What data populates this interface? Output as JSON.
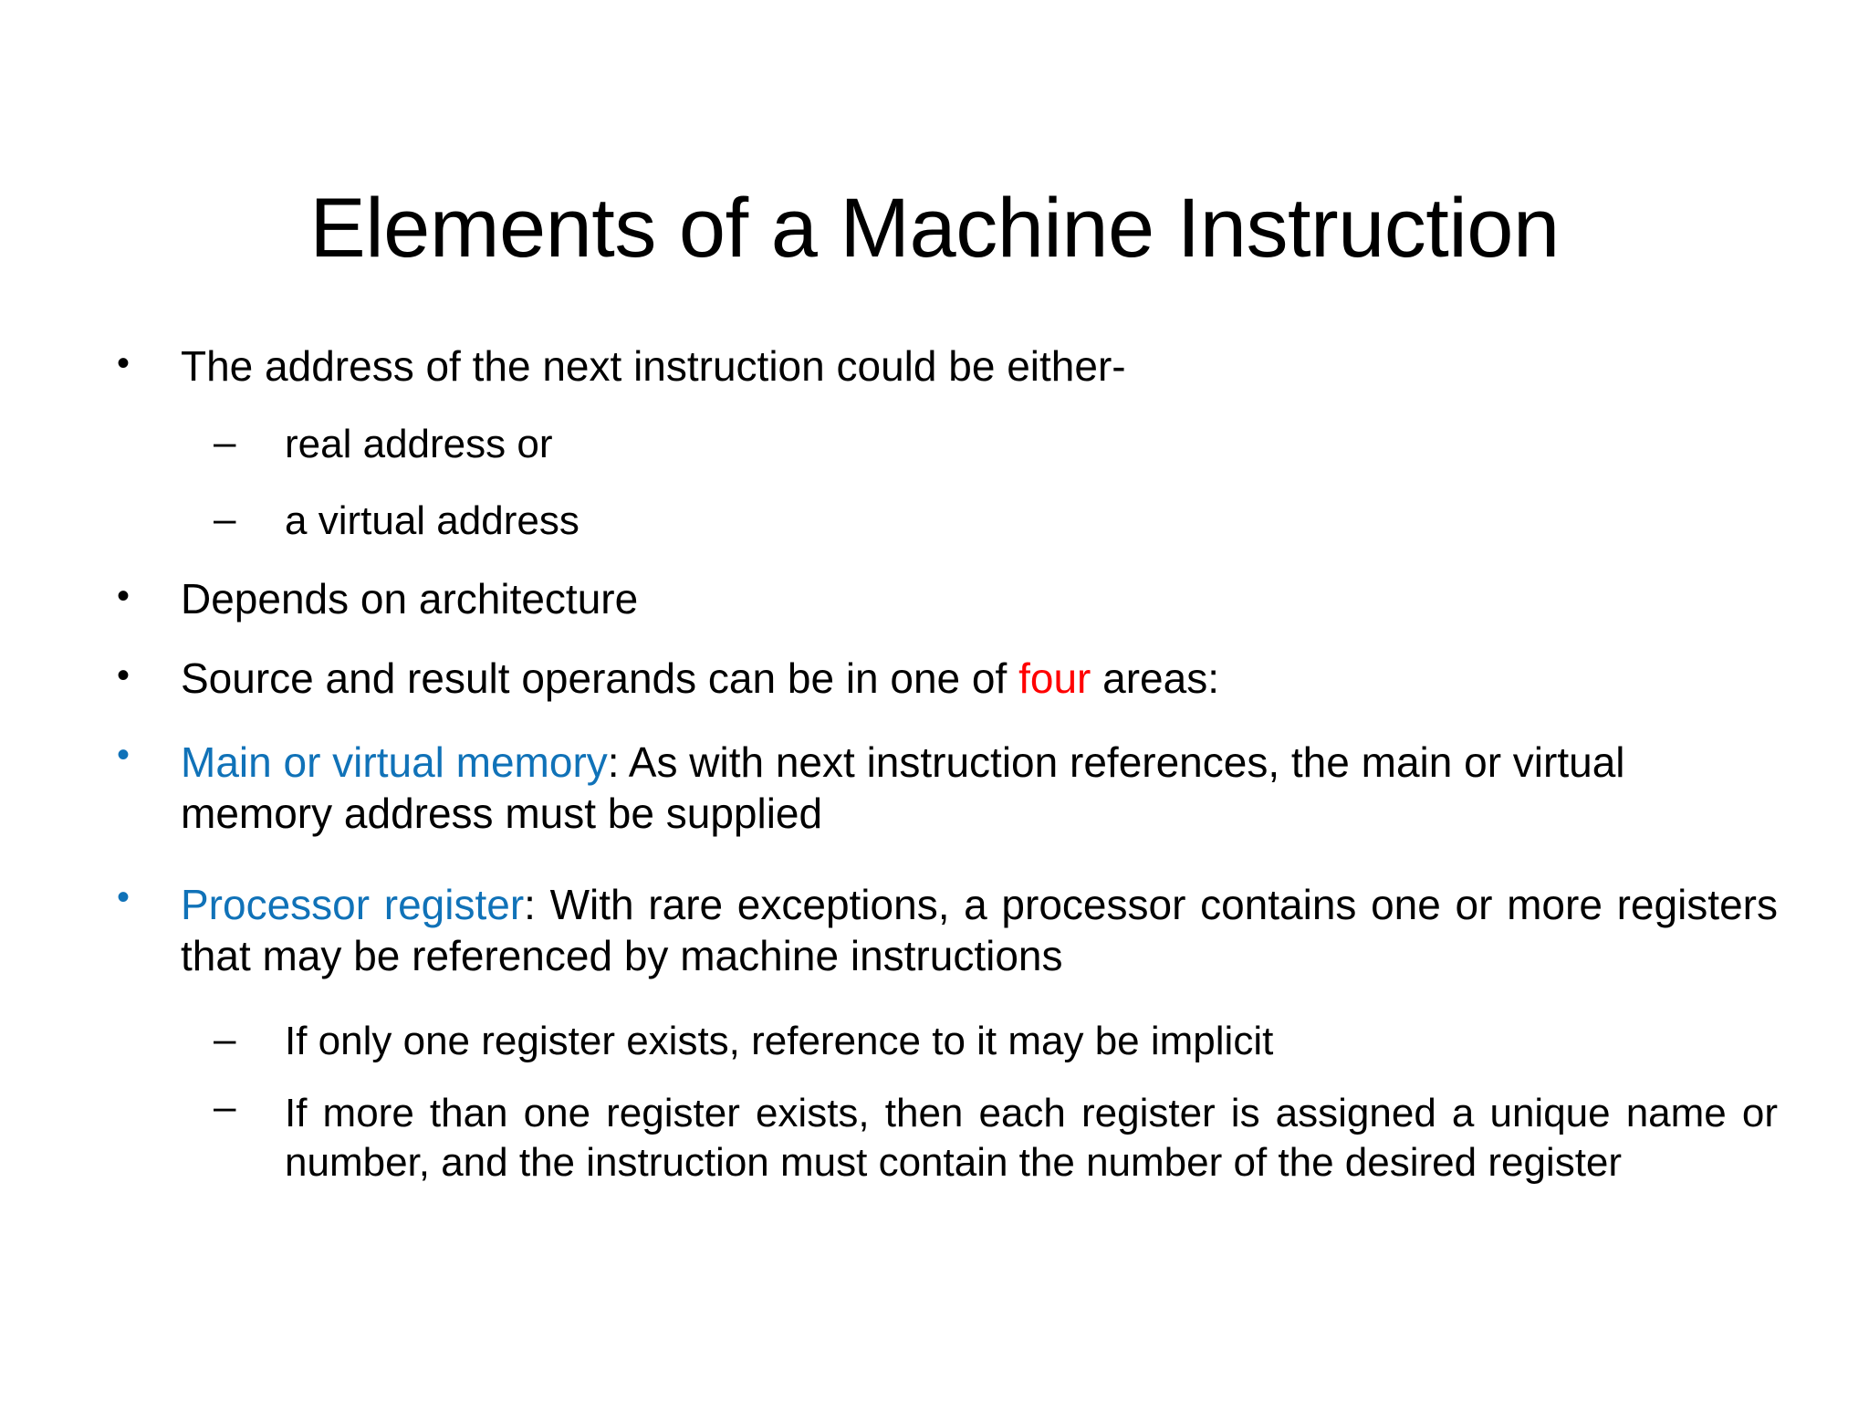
{
  "slide": {
    "title": "Elements of a Machine Instruction",
    "background_color": "#FFFFFF",
    "accent_blue": "#1072B8",
    "accent_red": "#FF0000",
    "text_color": "#000000",
    "bullet_glyphs": {
      "level1": "•",
      "level2": "–"
    },
    "content": {
      "b1": {
        "text": "The address of the next instruction could be either-"
      },
      "b1s1": {
        "text": "real address or"
      },
      "b1s2": {
        "text": "a virtual address"
      },
      "b2": {
        "text": "Depends on architecture"
      },
      "b3": {
        "lead": "Source and result operands can be in one of ",
        "highlight": "four",
        "tail": " areas:"
      },
      "b4": {
        "label": "Main or virtual memory",
        "rest": ": As with next instruction references, the main or virtual memory address must be supplied"
      },
      "b5": {
        "label": "Processor register",
        "rest": ": With rare exceptions, a processor contains one or more registers that may be referenced by machine instructions"
      },
      "b5s1": {
        "text": "If only one register exists, reference to it may be implicit"
      },
      "b5s2": {
        "text": "If more than one register exists, then each register is assigned",
        "text_cont": " a unique name or number, and the instruction must contain the number of the desired register"
      }
    }
  }
}
